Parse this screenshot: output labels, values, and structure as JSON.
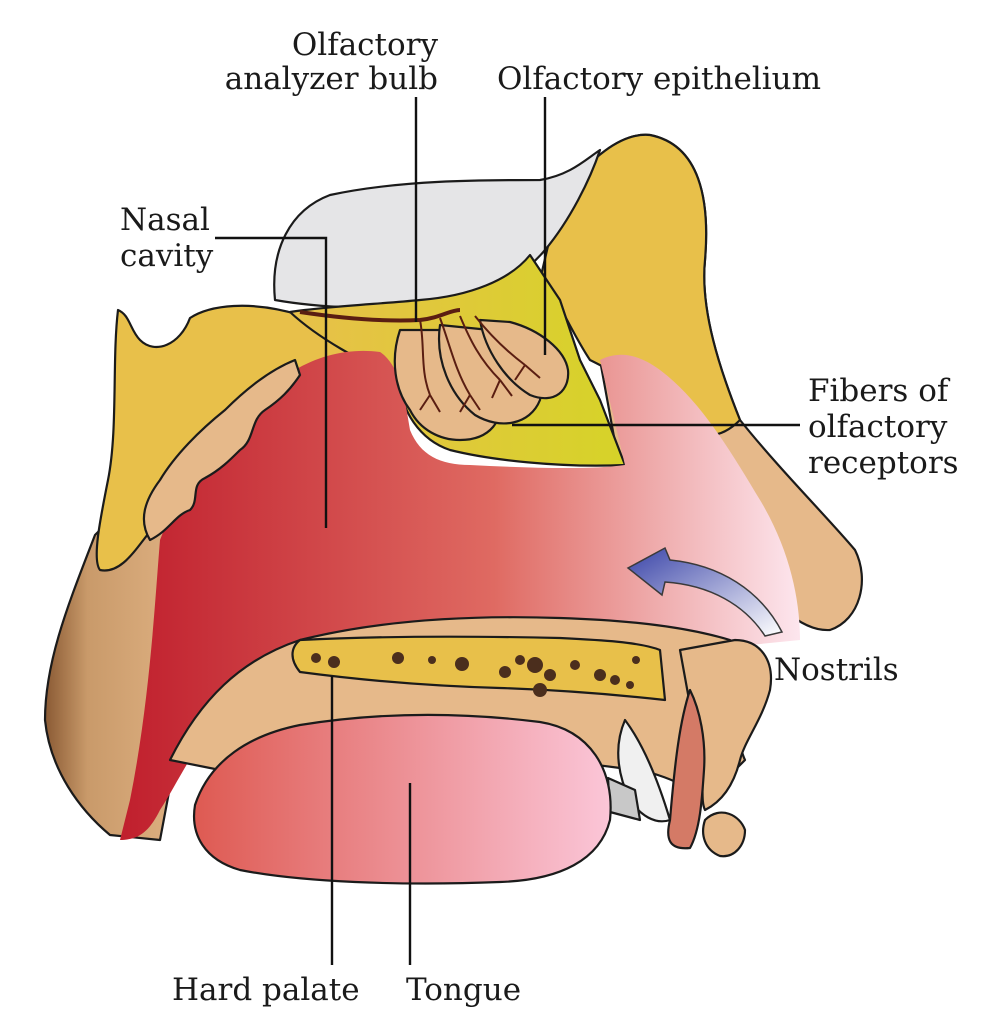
{
  "labels": {
    "olfactory_bulb_line1": "Olfactory",
    "olfactory_bulb_line2": "analyzer bulb",
    "olfactory_epithelium": "Olfactory epithelium",
    "nasal_cavity_line1": "Nasal",
    "nasal_cavity_line2": "cavity",
    "fibers_line1": "Fibers of",
    "fibers_line2": "olfactory",
    "fibers_line3": "receptors",
    "nostrils": "Nostrils",
    "hard_palate": "Hard palate",
    "tongue": "Tongue"
  },
  "colors": {
    "bone_yellow": "#e8c04a",
    "skin_tan": "#e6b98a",
    "cavity_red": "#c8272e",
    "cavity_pink": "#fbe1ea",
    "brain_gray": "#e5e5e7",
    "epithelium_green": "#d4d12a",
    "nerve_brown": "#5a1e12",
    "arrow_blue": "#3a44a8",
    "outline": "#1b1b1b"
  }
}
